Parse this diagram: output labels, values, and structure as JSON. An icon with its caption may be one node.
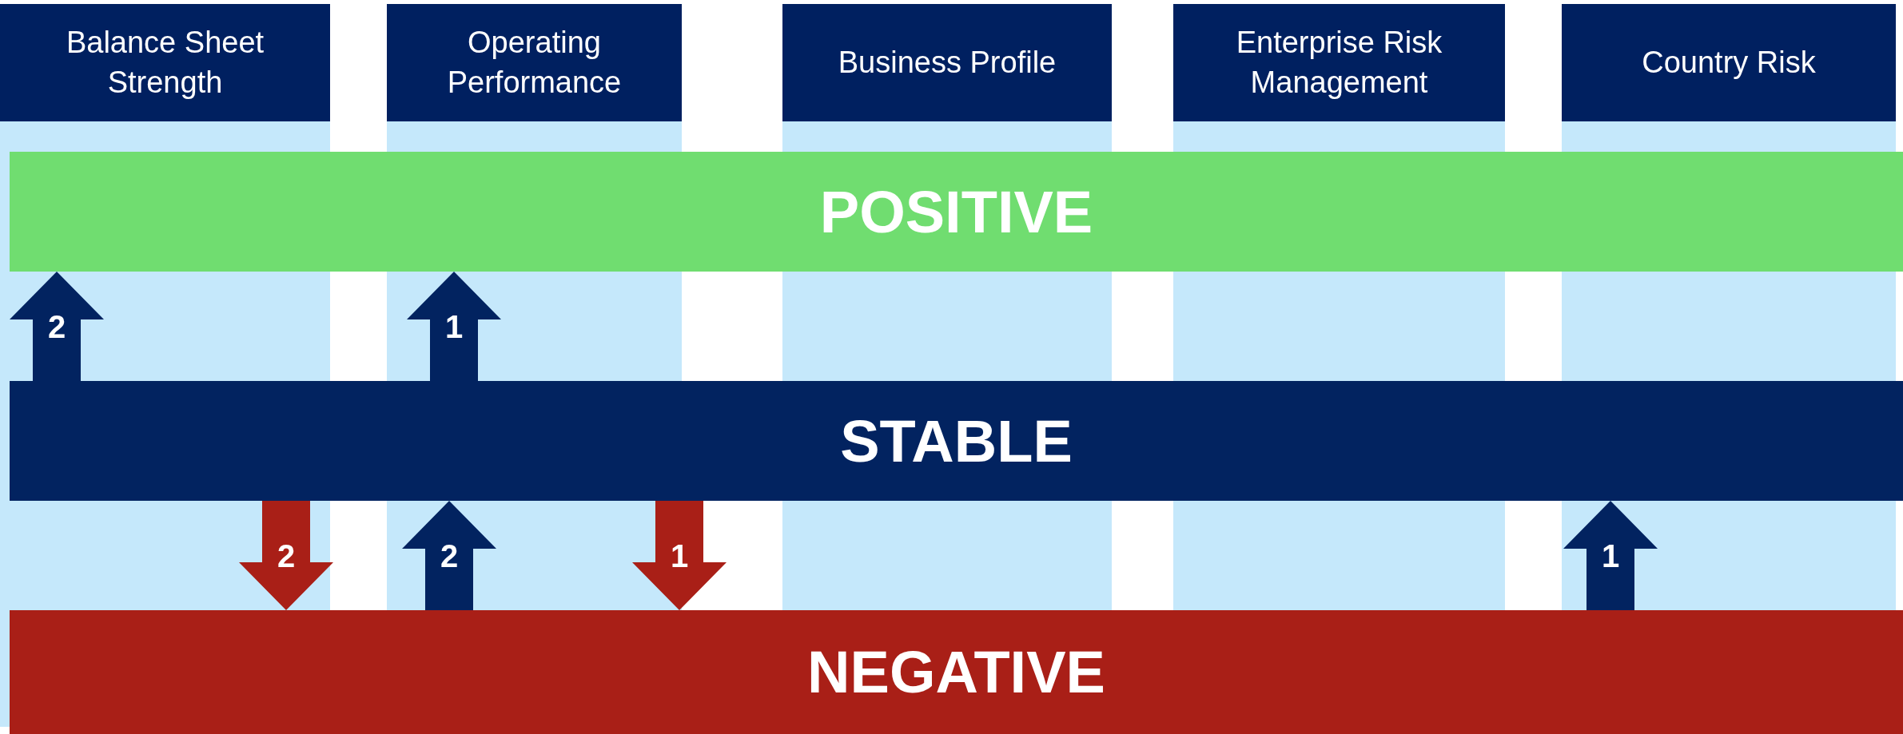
{
  "diagram": {
    "nodes": [
      {
        "text": [
          "Balance Sheet Strength"
        ]
      },
      {
        "text": [
          "Operating Performance"
        ]
      },
      {
        "text": [
          "Business Profile"
        ]
      },
      {
        "text": [
          "Enterprise Risk Management"
        ]
      },
      {
        "text": [
          "Country  Risk"
        ]
      },
      {
        "text": [
          "POSITIVE"
        ]
      },
      {
        "text": [
          "STABLE"
        ]
      },
      {
        "text": [
          "NEGATIVE"
        ]
      }
    ],
    "edges": [
      {
        "from": 6,
        "to": 5,
        "arrow": "to",
        "label": "2"
      },
      {
        "from": 6,
        "to": 5,
        "arrow": "to",
        "label": "1"
      },
      {
        "from": 6,
        "to": 7,
        "arrow": "to",
        "label": "2",
        "color": "#a91f17"
      },
      {
        "from": 7,
        "to": 6,
        "arrow": "to",
        "label": "2"
      },
      {
        "from": 6,
        "to": 7,
        "arrow": "to",
        "label": "1",
        "color": "#a91f17"
      },
      {
        "from": 7,
        "to": 6,
        "arrow": "to",
        "label": "1"
      }
    ]
  }
}
